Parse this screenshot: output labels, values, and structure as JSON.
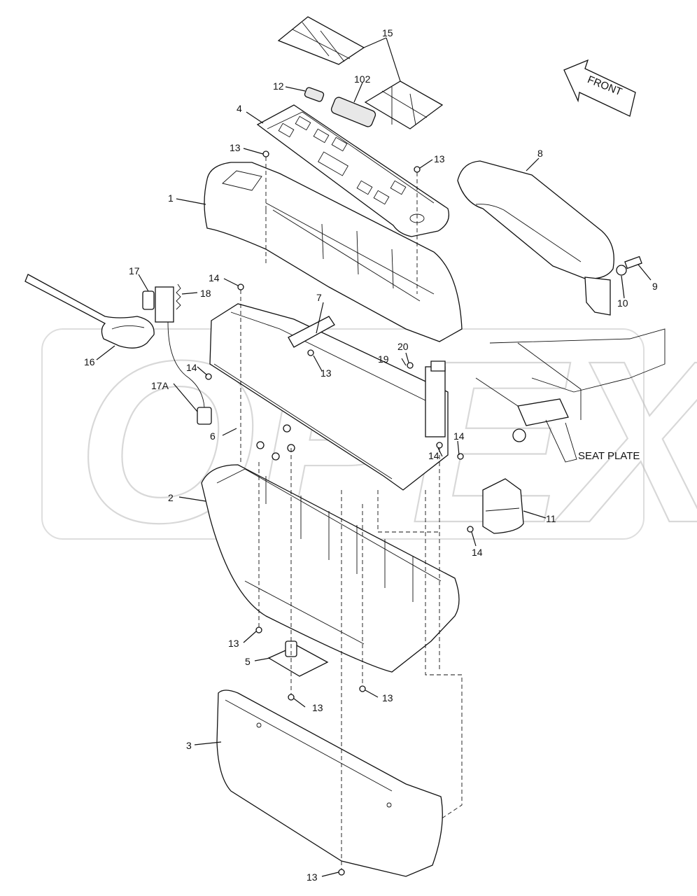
{
  "callouts": {
    "c15": "15",
    "c12": "12",
    "c102": "102",
    "c4": "4",
    "c13a": "13",
    "c13b": "13",
    "c1": "1",
    "c8": "8",
    "c9": "9",
    "c10": "10",
    "c17": "17",
    "c18": "18",
    "c14a": "14",
    "c7": "7",
    "c16": "16",
    "c13c": "13",
    "c20": "20",
    "c19": "19",
    "c14b": "14",
    "c17a": "17A",
    "c6": "6",
    "c14c": "14",
    "c14d": "14",
    "c2": "2",
    "c11": "11",
    "c14e": "14",
    "c13d": "13",
    "c5": "5",
    "c13e": "13",
    "c13f": "13",
    "c3": "3",
    "c13g": "13"
  },
  "labels": {
    "front": "FRONT",
    "seat_plate": "SEAT PLATE"
  },
  "watermark": {
    "text": "OPEX",
    "color": "#b9b9b9"
  }
}
